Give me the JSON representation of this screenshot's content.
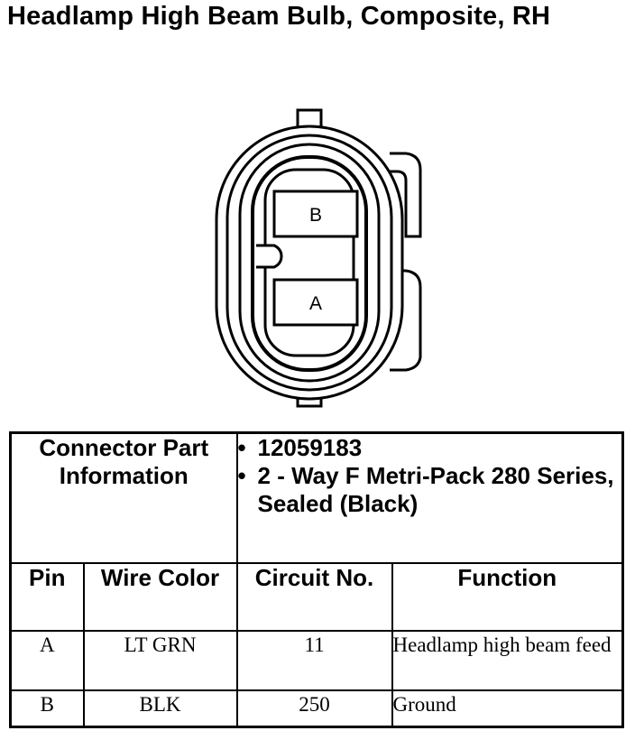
{
  "title": "Headlamp High Beam Bulb, Composite, RH",
  "connector": {
    "cavities": [
      {
        "label": "B"
      },
      {
        "label": "A"
      }
    ]
  },
  "part_info": {
    "label": "Connector Part Information",
    "items": [
      "12059183",
      "2 - Way F Metri-Pack 280 Series, Sealed (Black)"
    ]
  },
  "table": {
    "headers": {
      "pin": "Pin",
      "wire_color": "Wire Color",
      "circuit_no": "Circuit No.",
      "function": "Function"
    },
    "rows": [
      {
        "pin": "A",
        "wire_color": "LT GRN",
        "circuit_no": "11",
        "function": "Headlamp high beam feed"
      },
      {
        "pin": "B",
        "wire_color": "BLK",
        "circuit_no": "250",
        "function": "Ground"
      }
    ]
  }
}
